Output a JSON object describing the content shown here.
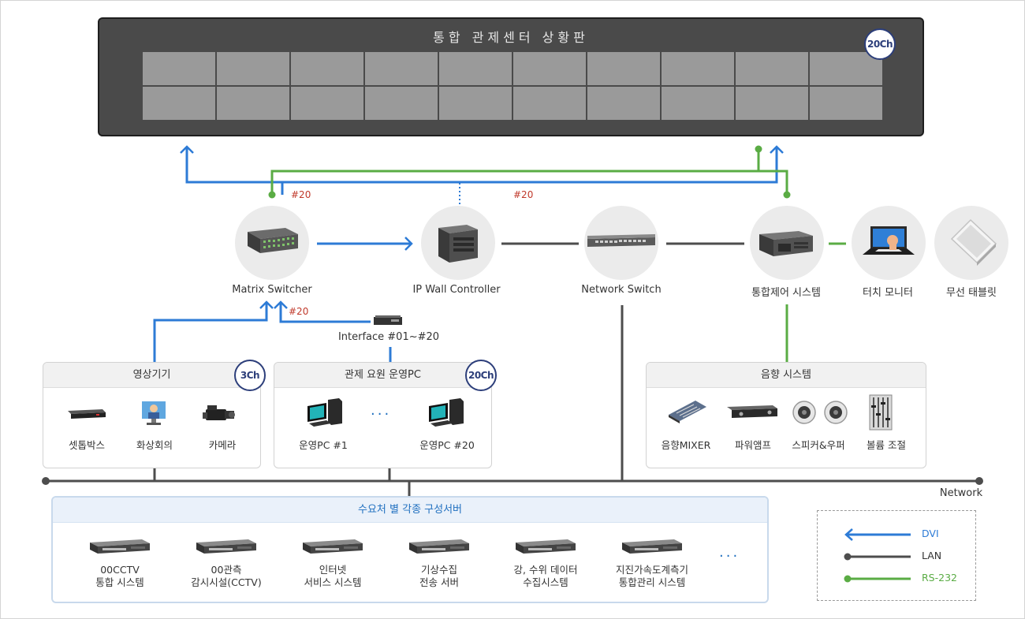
{
  "wall": {
    "title": "통합 관제센터 상황판",
    "badge": "20Ch"
  },
  "labels": {
    "matrix": "Matrix Switcher",
    "ipwall": "IP Wall Controller",
    "netswitch": "Network Switch",
    "control": "통합제어 시스템",
    "touch": "터치 모니터",
    "tablet": "무선 태블릿",
    "interface": "Interface #01~#20",
    "tag20a": "#20",
    "tag20b": "#20",
    "tag20c": "#20",
    "network": "Network"
  },
  "video_panel": {
    "title": "영상기기",
    "badge": "3Ch",
    "items": [
      "셋톱박스",
      "화상회의",
      "카메라"
    ]
  },
  "pc_panel": {
    "title": "관제 요원 운영PC",
    "badge": "20Ch",
    "items": [
      "운영PC #1",
      "운영PC #20"
    ],
    "ellipsis": "···"
  },
  "audio_panel": {
    "title": "음향 시스템",
    "items": [
      "음향MIXER",
      "파워앰프",
      "스피커&우퍼",
      "볼륨 조절"
    ]
  },
  "server_panel": {
    "title": "수요처 별 각종 구성서버",
    "items": [
      [
        "00CCTV",
        "통합 시스템"
      ],
      [
        "00관측",
        "감시시설(CCTV)"
      ],
      [
        "인터넷",
        "서비스 시스템"
      ],
      [
        "기상수집",
        "전송 서버"
      ],
      [
        "강, 수위 데이터",
        "수집시스템"
      ],
      [
        "지진가속도계측기",
        "통합관리 시스템"
      ]
    ],
    "ellipsis": "···"
  },
  "legend": {
    "items": [
      {
        "label": "DVI",
        "color": "#2d7bd6"
      },
      {
        "label": "LAN",
        "color": "#4d4d4d"
      },
      {
        "label": "RS-232",
        "color": "#5aac44"
      }
    ]
  },
  "colors": {
    "dvi": "#2d7bd6",
    "lan": "#4d4d4d",
    "rs232": "#5aac44",
    "badge": "#2c3e7a"
  }
}
